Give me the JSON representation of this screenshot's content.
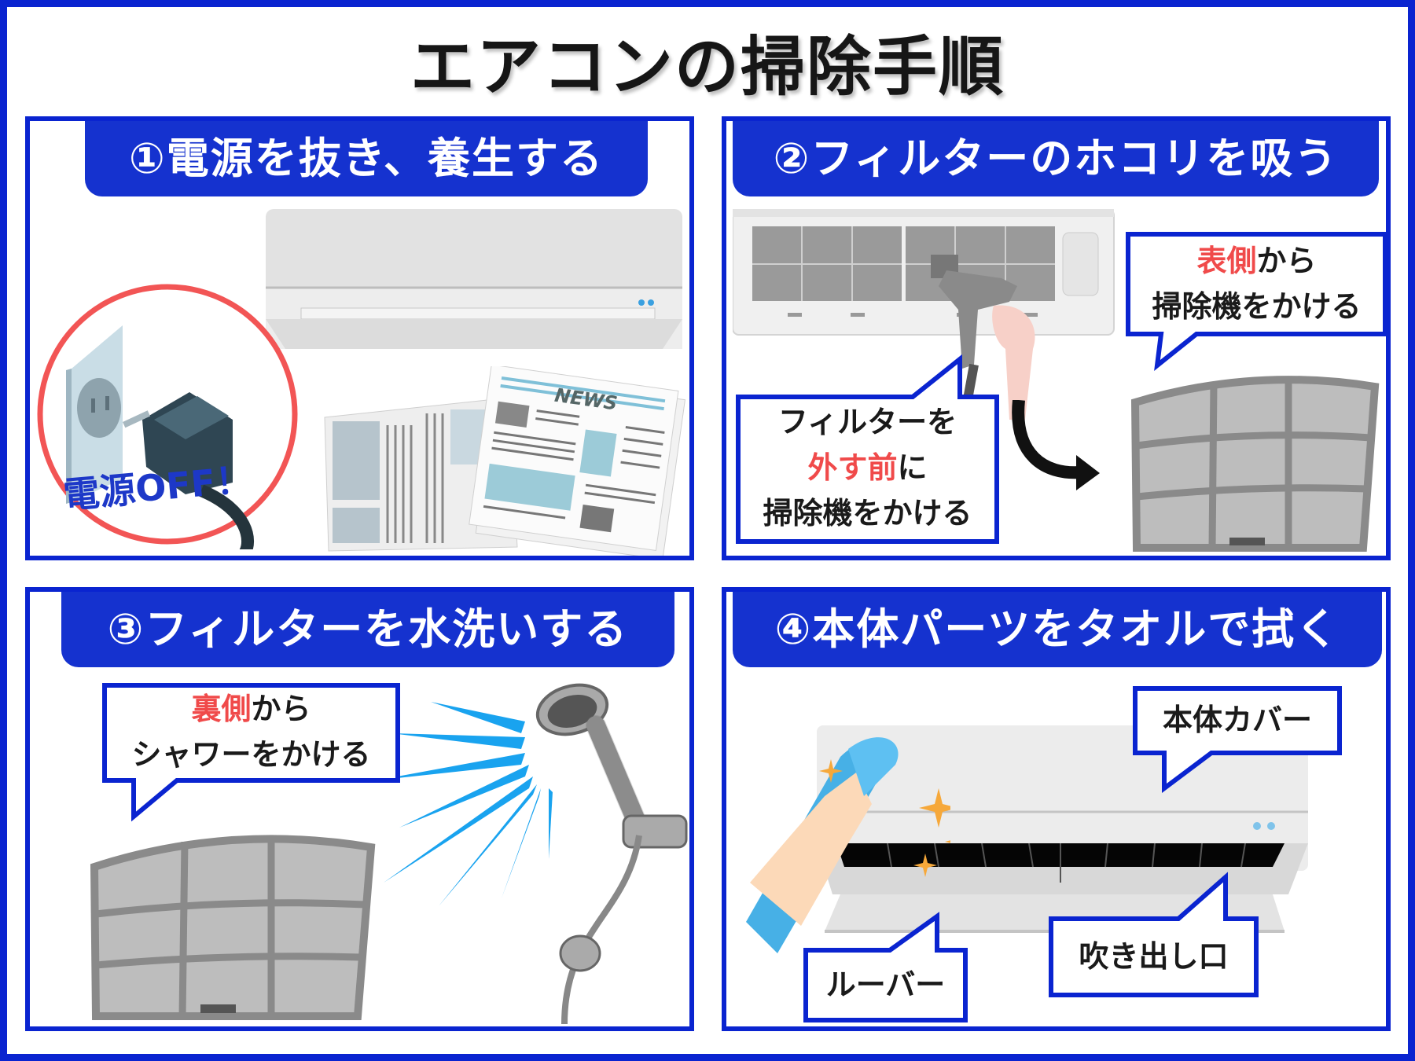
{
  "title": "エアコンの掃除手順",
  "colors": {
    "border": "#0a24d0",
    "header": "#1532cf",
    "accent_red": "#f04a4a",
    "circle_red": "#f25555"
  },
  "steps": [
    {
      "heading": "①電源を抜き、養生する",
      "power_off_label": "電源OFF！",
      "newspaper_label": "NEWS"
    },
    {
      "heading": "②フィルターのホコリを吸う",
      "callout_front": {
        "highlight": "表側",
        "rest_line1": "から",
        "line2": "掃除機をかける"
      },
      "callout_before": {
        "line1": "フィルターを",
        "highlight": "外す前",
        "rest_line2": "に",
        "line3": "掃除機をかける"
      }
    },
    {
      "heading": "③フィルターを水洗いする",
      "callout_back": {
        "highlight": "裏側",
        "rest_line1": "から",
        "line2": "シャワーをかける"
      }
    },
    {
      "heading": "④本体パーツをタオルで拭く",
      "labels": {
        "cover": "本体カバー",
        "louver": "ルーバー",
        "outlet": "吹き出し口"
      }
    }
  ]
}
